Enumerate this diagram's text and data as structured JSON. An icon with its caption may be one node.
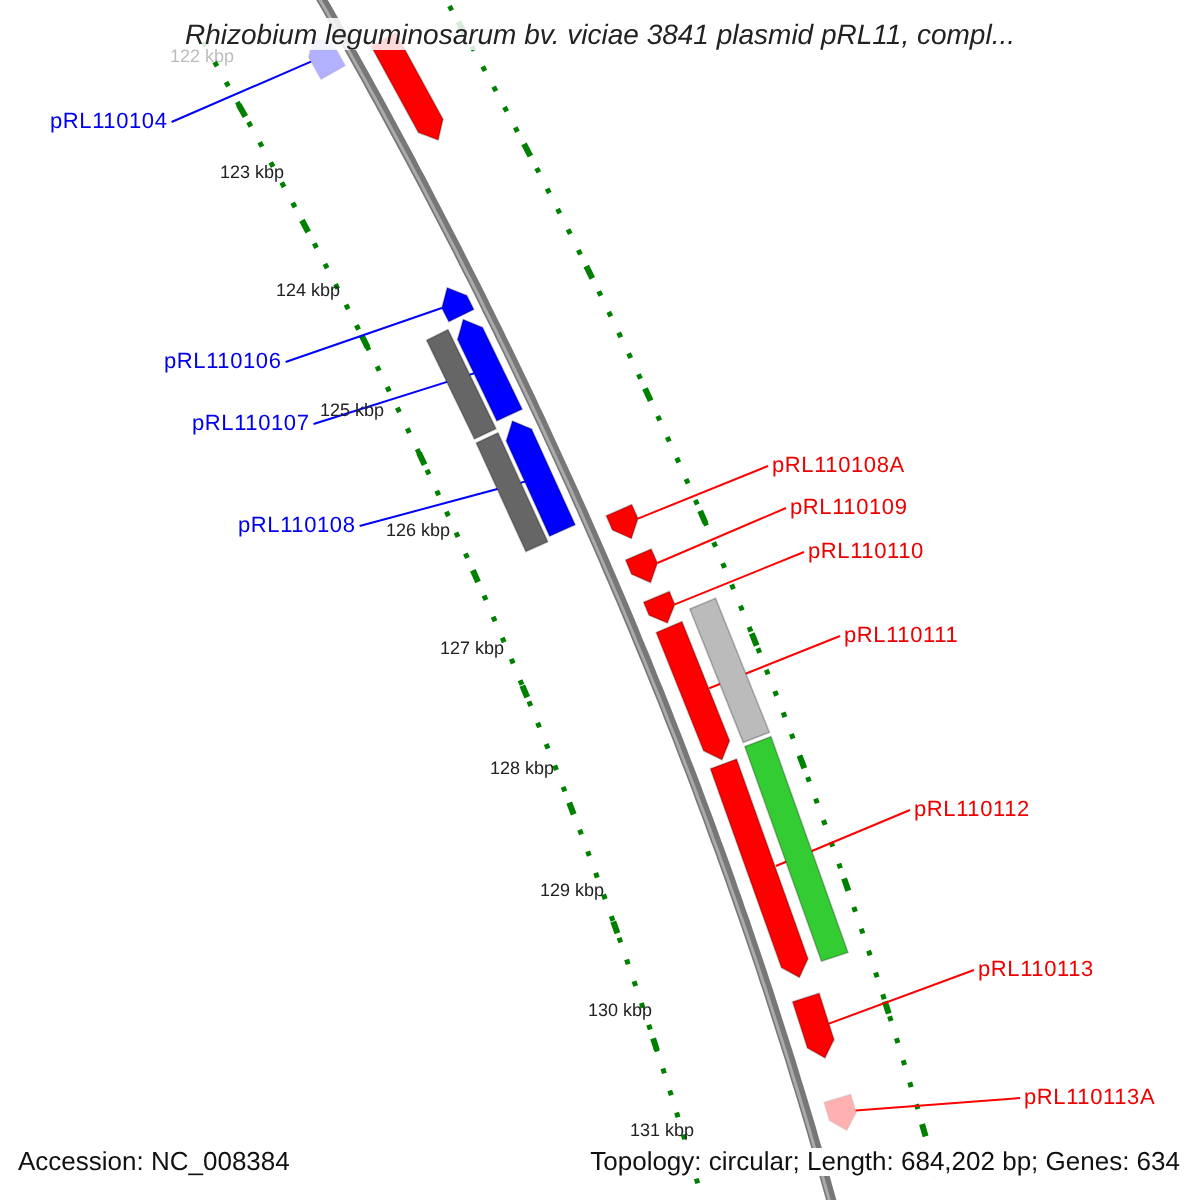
{
  "diagram": {
    "title": "Rhizobium leguminosarum bv. viciae 3841 plasmid pRL11, compl...",
    "nodes": [
      {
        "text": [
          "pRL110104"
        ]
      },
      {
        "text": [],
        "shape": "bar"
      },
      {
        "text": [
          "pRL110106"
        ]
      },
      {
        "text": [],
        "shape": "bar"
      },
      {
        "text": [
          "pRL110107"
        ]
      },
      {
        "text": [],
        "shape": "bar"
      },
      {
        "text": [
          "pRL110108"
        ]
      },
      {
        "text": [],
        "shape": "bar"
      },
      {
        "text": [
          "pRL110108A"
        ]
      },
      {
        "text": [],
        "shape": "bar"
      },
      {
        "text": [
          "pRL110109"
        ]
      },
      {
        "text": [],
        "shape": "bar"
      },
      {
        "text": [
          "pRL110110"
        ]
      },
      {
        "text": [],
        "shape": "bar"
      },
      {
        "text": [
          "pRL110111"
        ]
      },
      {
        "text": [],
        "shape": "bar"
      },
      {
        "text": [
          "pRL110112"
        ]
      },
      {
        "text": [],
        "shape": "bar"
      },
      {
        "text": [
          "pRL110113"
        ]
      },
      {
        "text": [],
        "shape": "bar"
      },
      {
        "text": [
          "pRL110113A"
        ]
      },
      {
        "text": [],
        "shape": "bar"
      },
      {
        "text": [],
        "shape": "bar"
      },
      {
        "text": [],
        "shape": "bar"
      },
      {
        "text": [],
        "shape": "bar"
      },
      {
        "text": [],
        "shape": "bar"
      },
      {
        "text": [],
        "shape": "bar"
      }
    ],
    "edges": [
      {
        "from": 0,
        "to": 1,
        "arrow": "none",
        "color": "#0000ff"
      },
      {
        "from": 2,
        "to": 3,
        "arrow": "none",
        "color": "#0000ff"
      },
      {
        "from": 4,
        "to": 5,
        "arrow": "none",
        "color": "#0000ff"
      },
      {
        "from": 6,
        "to": 7,
        "arrow": "none",
        "color": "#0000ff"
      },
      {
        "from": 8,
        "to": 9,
        "arrow": "none"
      },
      {
        "from": 10,
        "to": 11,
        "arrow": "none"
      },
      {
        "from": 12,
        "to": 13,
        "arrow": "none"
      },
      {
        "from": 14,
        "to": 15,
        "arrow": "none"
      },
      {
        "from": 16,
        "to": 17,
        "arrow": "none"
      },
      {
        "from": 18,
        "to": 19,
        "arrow": "none"
      },
      {
        "from": 20,
        "to": 21,
        "arrow": "none"
      }
    ],
    "labels": [
      "122 kbp",
      "123 kbp",
      "124 kbp",
      "125 kbp",
      "126 kbp",
      "127 kbp",
      "128 kbp",
      "129 kbp",
      "130 kbp",
      "131 kbp",
      "Accession: NC_008384",
      "Topology: circular; Length: 684,202 bp; Genes: 634"
    ]
  }
}
